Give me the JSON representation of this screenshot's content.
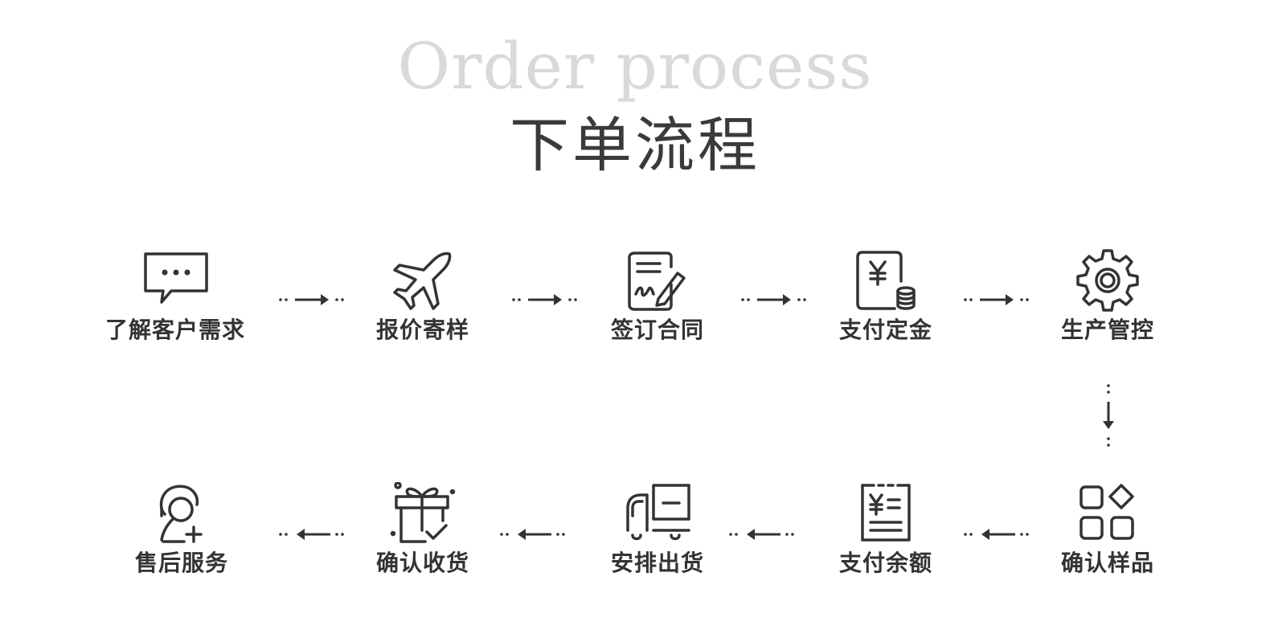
{
  "title_en": "Order process",
  "title_cn": "下单流程",
  "row1": [
    {
      "label": "了解客户需求",
      "icon": "chat-bubble-icon"
    },
    {
      "label": "报价寄样",
      "icon": "airplane-icon"
    },
    {
      "label": "签订合同",
      "icon": "contract-sign-icon"
    },
    {
      "label": "支付定金",
      "icon": "deposit-payment-icon"
    },
    {
      "label": "生产管控",
      "icon": "gear-icon"
    }
  ],
  "row2": [
    {
      "label": "售后服务",
      "icon": "customer-service-icon"
    },
    {
      "label": "确认收货",
      "icon": "gift-box-icon"
    },
    {
      "label": "安排出货",
      "icon": "delivery-truck-icon"
    },
    {
      "label": "支付余额",
      "icon": "balance-receipt-icon"
    },
    {
      "label": "确认样品",
      "icon": "sample-grid-icon"
    }
  ],
  "colors": {
    "title_en": "#d9d9d9",
    "title_cn": "#3a3a3a",
    "icon": "#333333",
    "label": "#333333"
  }
}
